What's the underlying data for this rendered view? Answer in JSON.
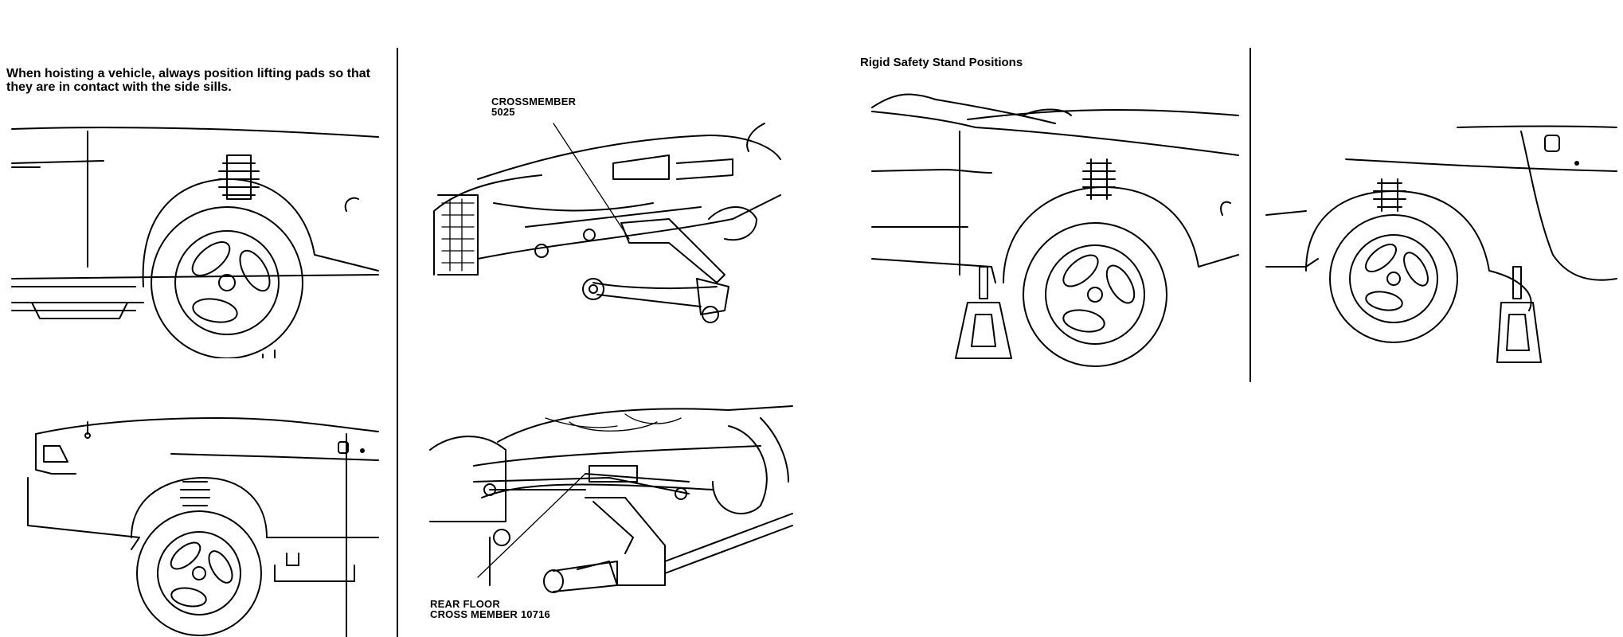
{
  "hoist_caption": "When hoisting a vehicle, always position lifting pads so that they are in contact with the side sills.",
  "crossmember_label_line1": "CROSSMEMBER",
  "crossmember_label_line2": "5025",
  "rear_floor_label_line1": "REAR FLOOR",
  "rear_floor_label_line2": "CROSS MEMBER 10716",
  "safety_stand_title": "Rigid Safety Stand Positions"
}
